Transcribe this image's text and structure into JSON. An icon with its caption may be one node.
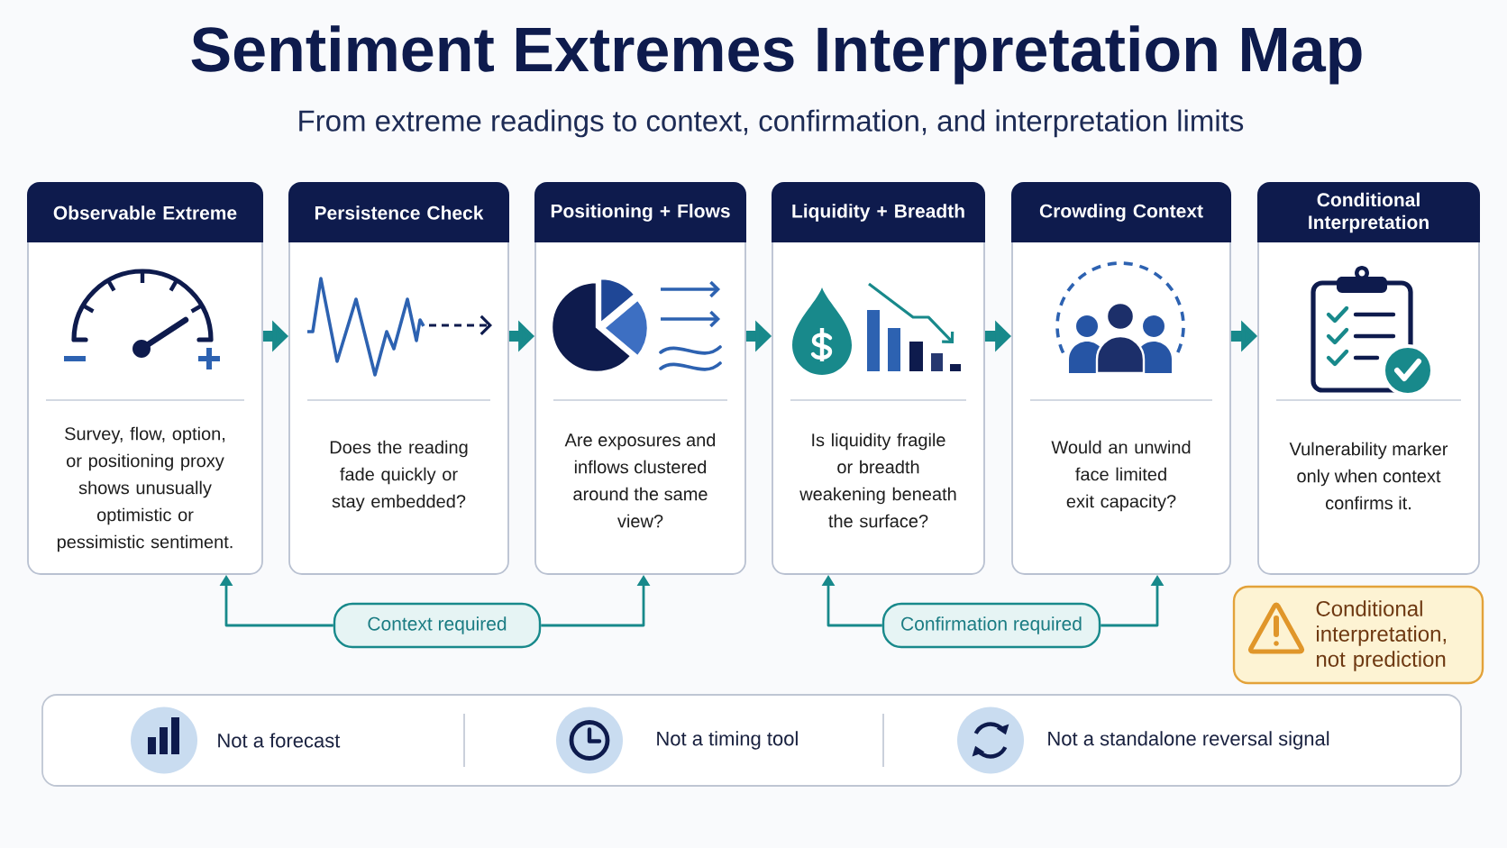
{
  "diagram": {
    "title": "Sentiment Extremes Interpretation Map",
    "nodes": [
      {
        "text": [
          "Observable Extreme",
          "Survey, flow, option, or positioning proxy shows unusually optimistic or pessimistic sentiment."
        ]
      },
      {
        "text": [
          "Persistence Check",
          "Does the reading fade quickly or stay embedded?"
        ]
      },
      {
        "text": [
          "Positioning + Flows",
          "Are exposures and inflows clustered around the same view?"
        ]
      },
      {
        "text": [
          "Liquidity + Breadth",
          "Is liquidity fragile or breadth weakening beneath the surface?"
        ]
      },
      {
        "text": [
          "Crowding Context",
          "Would an unwind face limited exit capacity?"
        ]
      },
      {
        "text": [
          "Conditional Interpretation",
          "Vulnerability marker only when context confirms it."
        ]
      },
      {
        "text": [
          "Context required"
        ]
      },
      {
        "text": [
          "Confirmation required"
        ]
      },
      {
        "text": [
          "Conditional interpretation, not prediction"
        ]
      },
      {
        "text": [
          "Not a forecast",
          "Not a timing tool",
          "Not a standalone reversal signal"
        ]
      }
    ],
    "edges": [
      {
        "from": 0,
        "to": 1,
        "arrow": "to"
      },
      {
        "from": 1,
        "to": 2,
        "arrow": "to"
      },
      {
        "from": 2,
        "to": 3,
        "arrow": "to"
      },
      {
        "from": 3,
        "to": 4,
        "arrow": "to"
      },
      {
        "from": 4,
        "to": 5,
        "arrow": "to"
      },
      {
        "from": 6,
        "to": 0,
        "arrow": "to"
      },
      {
        "from": 6,
        "to": 2,
        "arrow": "to"
      },
      {
        "from": 7,
        "to": 3,
        "arrow": "to"
      },
      {
        "from": 7,
        "to": 4,
        "arrow": "to"
      }
    ],
    "labels": [
      "From extreme readings to context, confirmation, and interpretation limits"
    ]
  }
}
